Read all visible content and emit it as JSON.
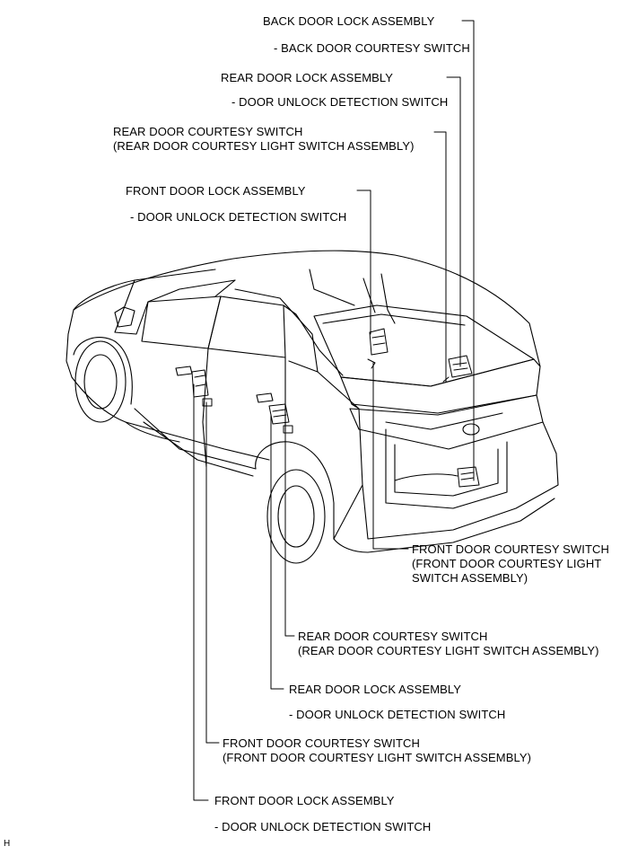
{
  "labels": {
    "back_door_lock": {
      "title": "BACK DOOR LOCK ASSEMBLY",
      "sub": "- BACK DOOR COURTESY SWITCH"
    },
    "rear_door_lock_top": {
      "title": "REAR DOOR LOCK ASSEMBLY",
      "sub": "- DOOR UNLOCK DETECTION SWITCH"
    },
    "rear_door_courtesy_top": {
      "line1": "REAR DOOR COURTESY SWITCH",
      "line2": "(REAR DOOR COURTESY LIGHT SWITCH ASSEMBLY)"
    },
    "front_door_lock_top": {
      "title": "FRONT DOOR LOCK ASSEMBLY",
      "sub": "- DOOR UNLOCK DETECTION SWITCH"
    },
    "front_door_courtesy_right": {
      "line1": "FRONT DOOR COURTESY SWITCH",
      "line2": "(FRONT DOOR COURTESY LIGHT",
      "line3": "SWITCH ASSEMBLY)"
    },
    "rear_door_courtesy_bottom": {
      "line1": "REAR DOOR COURTESY SWITCH",
      "line2": "(REAR DOOR COURTESY LIGHT SWITCH ASSEMBLY)"
    },
    "rear_door_lock_bottom": {
      "title": "REAR DOOR LOCK ASSEMBLY",
      "sub": "- DOOR UNLOCK DETECTION SWITCH"
    },
    "front_door_courtesy_bottom": {
      "line1": "FRONT DOOR COURTESY SWITCH",
      "line2": "(FRONT DOOR COURTESY LIGHT SWITCH ASSEMBLY)"
    },
    "front_door_lock_bottom": {
      "title": "FRONT DOOR LOCK ASSEMBLY",
      "sub": "- DOOR UNLOCK DETECTION SWITCH"
    }
  },
  "corner_mark": "H"
}
